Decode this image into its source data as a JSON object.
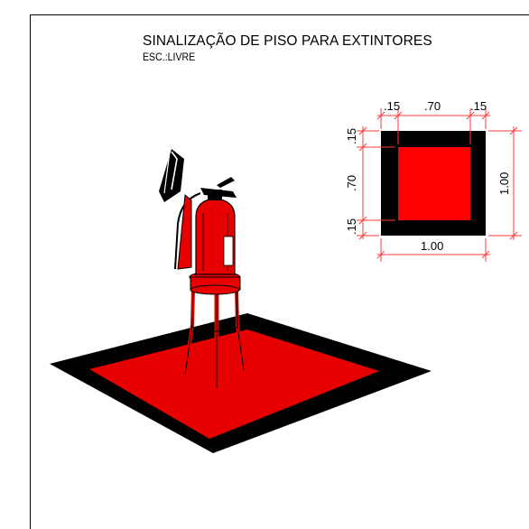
{
  "drawing": {
    "title": "SINALIZAÇÃO DE PISO PARA EXTINTORES",
    "scale_note": "ESC.:LIVRE"
  },
  "detail": {
    "top_dims": [
      ".15",
      ".70",
      ".15"
    ],
    "left_dims": [
      ".15",
      ".70",
      ".15"
    ],
    "bottom_dim": "1.00",
    "right_dim": "1.00"
  },
  "colors": {
    "fill_red": "#ff0000",
    "iso_red": "#e60000",
    "border_black": "#000000",
    "dim_line": "#ff3b3b"
  },
  "icons": [
    "fire-extinguisher-icon"
  ]
}
